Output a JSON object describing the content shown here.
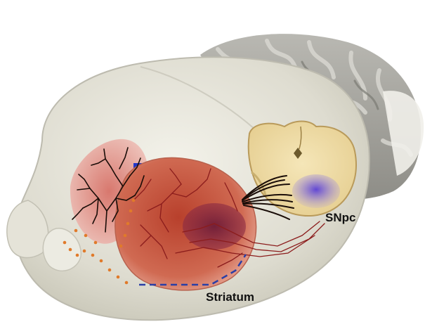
{
  "labels": {
    "snpc": "SNpc",
    "striatum": "Striatum"
  },
  "colors": {
    "background": "#ffffff",
    "brain": "#d6d4c6",
    "cerebellum": "#a9a8a2",
    "striatum": "#c9553e",
    "cortex_region": "#d8827a",
    "midbrain": "#eedca6",
    "snpc": "#7a63d8",
    "dendrites": "#1a0d08",
    "projection": "#8b1c1c",
    "outline_dashes": "#2a3fa6",
    "dots": "#e07a2a"
  },
  "icons": [
    "brain-illustration"
  ]
}
